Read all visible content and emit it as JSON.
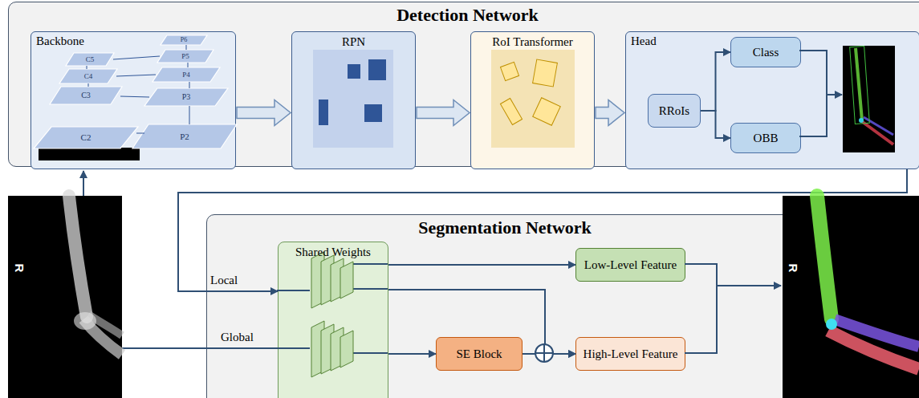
{
  "diagram": {
    "nodes": [
      {
        "text": [
          "Detection Network"
        ]
      },
      {
        "text": [
          "Backbone"
        ],
        "in": 0
      },
      {
        "text": [
          "RPN"
        ],
        "in": 0
      },
      {
        "text": [
          "RoI Transformer"
        ],
        "in": 0
      },
      {
        "text": [
          "Head"
        ],
        "in": 0
      },
      {
        "text": [
          "RRoIs"
        ],
        "in": 4
      },
      {
        "text": [
          "Class"
        ],
        "in": 4
      },
      {
        "text": [
          "OBB"
        ],
        "in": 4
      },
      {
        "text": [
          "Segmentation Network"
        ]
      },
      {
        "text": [
          "Shared Weights"
        ],
        "in": 8
      },
      {
        "text": [
          "Low-Level Feature"
        ],
        "in": 8
      },
      {
        "text": [
          "SE Block"
        ],
        "in": 8
      },
      {
        "text": [
          "High-Level Feature"
        ],
        "in": 8
      }
    ],
    "edges": [
      {
        "from": 1,
        "to": 2,
        "arrow": "to"
      },
      {
        "from": 2,
        "to": 3,
        "arrow": "to"
      },
      {
        "from": 3,
        "to": 4,
        "arrow": "to"
      },
      {
        "from": 5,
        "to": 6,
        "arrow": "to"
      },
      {
        "from": 5,
        "to": 7,
        "arrow": "to"
      },
      {
        "from": 4,
        "to": 9,
        "label": "Local",
        "arrow": "to"
      },
      {
        "from": 9,
        "to": 10,
        "arrow": "to"
      },
      {
        "from": 9,
        "to": 11,
        "arrow": "to"
      },
      {
        "from": 9,
        "to": 12,
        "arrow": "to"
      },
      {
        "from": 11,
        "to": 12,
        "arrow": "to"
      }
    ],
    "labels": [
      "C5",
      "C4",
      "C3",
      "C2",
      "P6",
      "P5",
      "P4",
      "P3",
      "P2",
      "Global",
      "R",
      "R"
    ]
  }
}
